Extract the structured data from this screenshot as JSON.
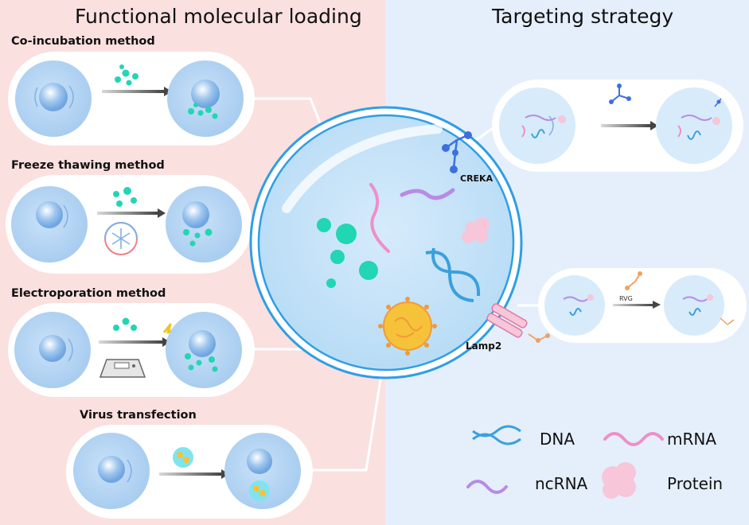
{
  "left_panel": {
    "title": "Functional molecular loading",
    "methods": [
      {
        "label": "Co-incubation method"
      },
      {
        "label": "Freeze thawing method"
      },
      {
        "label": "Electroporation method"
      },
      {
        "label": "Virus transfection"
      }
    ]
  },
  "right_panel": {
    "title": "Targeting strategy",
    "labels": {
      "creka": "CREKA",
      "lamp2": "Lamp2",
      "rvg": "RVG"
    }
  },
  "legend": {
    "dna": "DNA",
    "mrna": "mRNA",
    "ncrna": "ncRNA",
    "protein": "Protein"
  },
  "colors": {
    "left_bg": "#fbe0e0",
    "right_bg": "#e4effb",
    "cell": "#b9d7f5",
    "cell_ring": "#2e9ee6",
    "cargo_teal": "#22d6b3",
    "mrna": "#ef8fc8",
    "ncrna": "#b98ae6",
    "dna": "#3aa0dd",
    "protein": "#f7c6d8",
    "virus": "#f5c23a"
  }
}
